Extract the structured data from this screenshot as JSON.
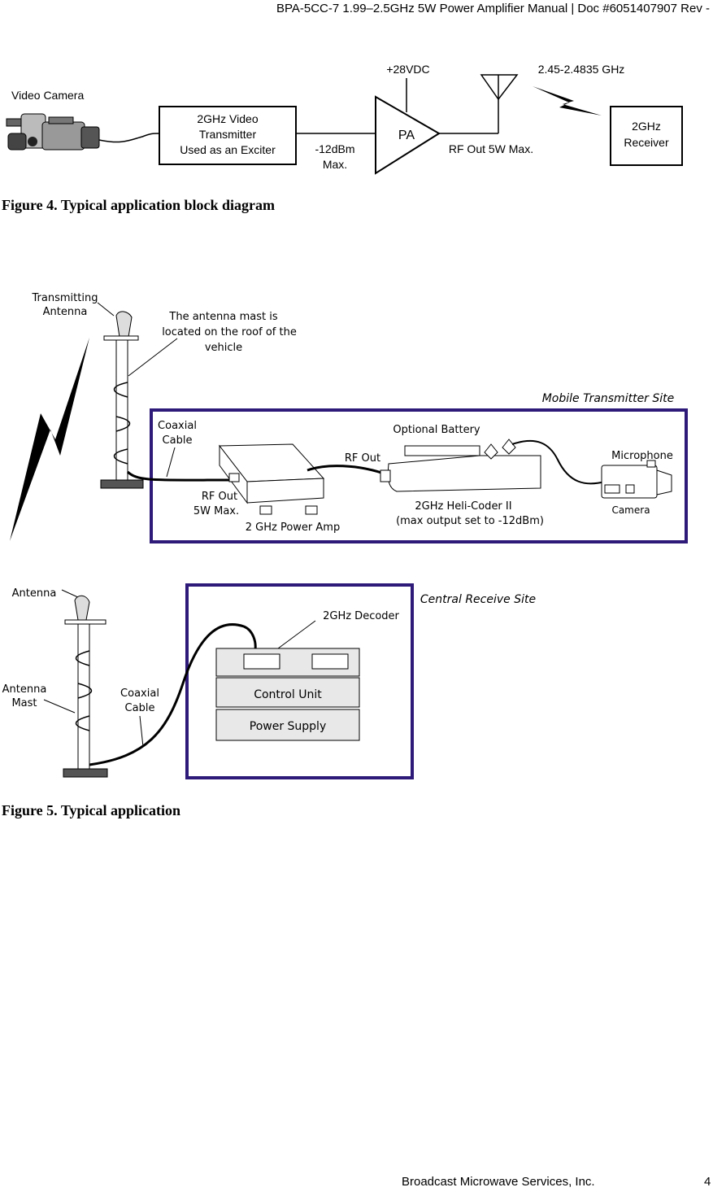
{
  "header": {
    "doc_title": "BPA-5CC-7 1.99–2.5GHz 5W Power Amplifier Manual | Doc #6051407907 Rev -"
  },
  "figure4": {
    "video_camera": "Video Camera",
    "transmitter": [
      "2GHz Video",
      "Transmitter",
      "Used as an Exciter"
    ],
    "drive_level": [
      "-12dBm",
      "Max."
    ],
    "supply": "+28VDC",
    "pa": "PA",
    "rf_out": "RF Out 5W Max.",
    "frequency": "2.45-2.4835 GHz",
    "receiver": [
      "2GHz",
      "Receiver"
    ],
    "caption": "Figure 4. Typical application block diagram"
  },
  "figure5": {
    "transmitting_antenna": [
      "Transmitting",
      "Antenna"
    ],
    "mast_note": [
      "The antenna mast is",
      "located on the roof of the",
      "vehicle"
    ],
    "mobile_site": "Mobile Transmitter Site",
    "coaxial_cable": [
      "Coaxial",
      "Cable"
    ],
    "optional_battery": "Optional Battery",
    "rf_out": "RF Out",
    "microphone": "Microphone",
    "pa_rf_out": [
      "RF Out",
      "5W Max."
    ],
    "power_amp": "2 GHz Power Amp",
    "helicoder": [
      "2GHz Heli-Coder II",
      "(max output set to -12dBm)"
    ],
    "camera": "Camera",
    "antenna": "Antenna",
    "central_site": "Central Receive Site",
    "decoder": "2GHz Decoder",
    "antenna_mast": [
      "Antenna",
      "Mast"
    ],
    "rx_coaxial_cable": [
      "Coaxial",
      "Cable"
    ],
    "control_unit": "Control Unit",
    "power_supply": "Power Supply",
    "caption": "Figure 5. Typical application"
  },
  "footer": {
    "company": "Broadcast Microwave Services, Inc.",
    "page": "4"
  }
}
